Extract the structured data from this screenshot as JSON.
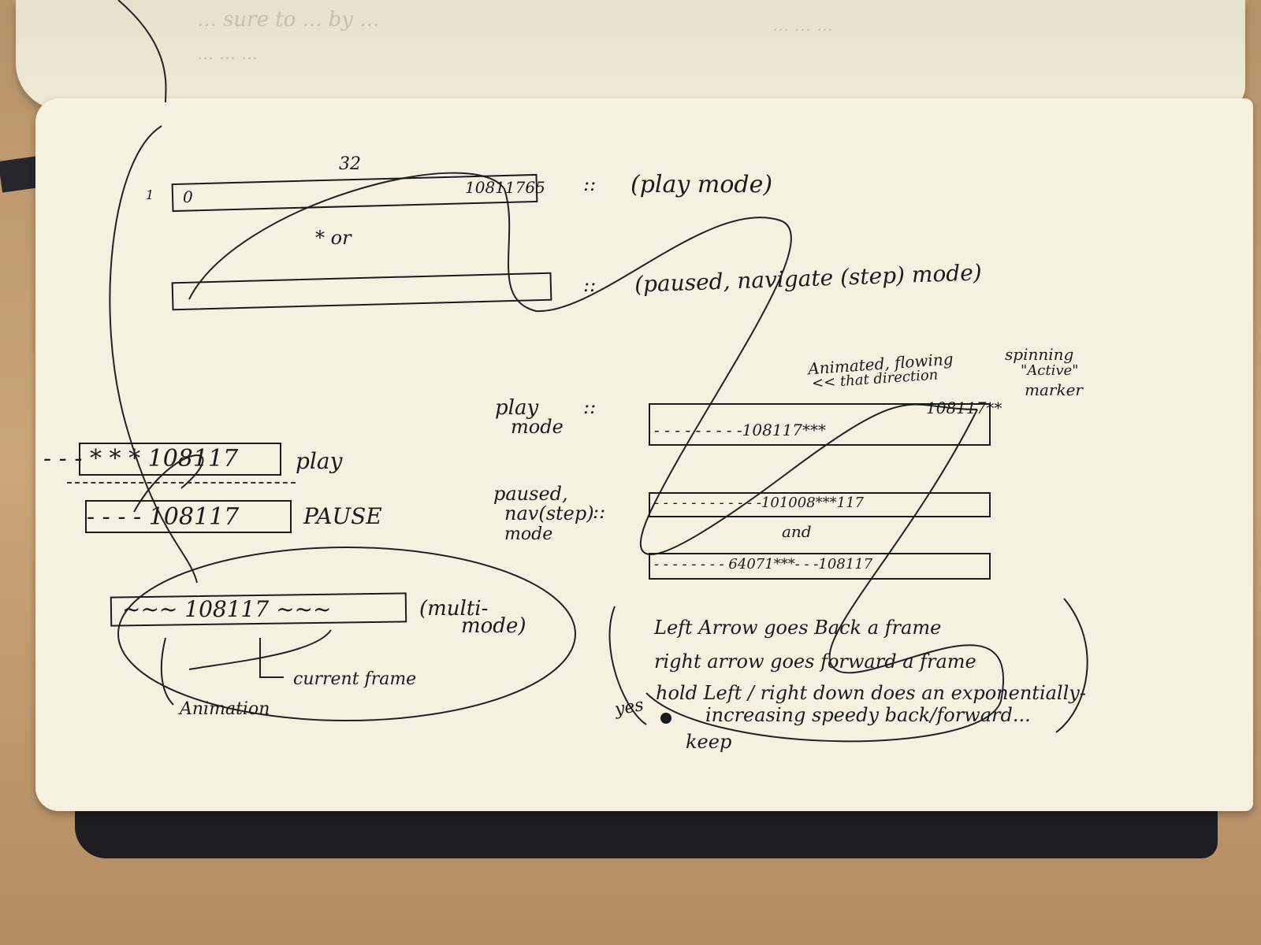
{
  "colors": {
    "paper": "#f5f0df",
    "ink": "#1b1b1b",
    "table": "#c49f74",
    "cover": "#1e1e22"
  },
  "top_page": {
    "faded_lines": [
      "... sure to ... by ...",
      "... ... ...",
      "... ... ..."
    ]
  },
  "sketch_top": {
    "num_32": "32",
    "tick": "1",
    "bar1_left": "0",
    "bar1_right": "10811765",
    "sep": "::",
    "label_play": "(play mode)",
    "star_or": "* or",
    "label_paused": "(paused, navigate (step) mode)"
  },
  "sketch_left": {
    "bar_play": "- - - * * * 108117",
    "label_play": "play",
    "bar_pause": "- - - - 108117",
    "label_pause": "PAUSE",
    "bar_multi": "~~~  108117  ~~~",
    "label_multi_1": "(multi-",
    "label_multi_2": "mode)",
    "current_frame": "current frame",
    "animation": "Animation"
  },
  "sketch_right": {
    "note_animated_1": "Animated, flowing",
    "note_animated_2": "<< that direction",
    "note_spinning_1": "spinning",
    "note_spinning_2": "\"Active\"",
    "note_spinning_3": "marker",
    "play_label_1": "play",
    "play_label_2": "mode",
    "sep": "::",
    "play_bar_top": "108117**",
    "play_bar_bottom": "- - - - - - - - -108117***",
    "paused_label_1": "paused,",
    "paused_label_2": "nav(step)",
    "paused_label_3": "mode",
    "paused_bar1": "- - - - - - - - - - - -101008***117",
    "and": "and",
    "paused_bar2": "- - - - - - - - 64071***- - -108117"
  },
  "notes": {
    "line1": "Left Arrow goes Back a frame",
    "line2": "right arrow goes forward a frame",
    "line3": "hold Left / right down does an exponentially-",
    "line4": "increasing speedy back/forward...",
    "yes": "yes",
    "keep": "keep"
  }
}
